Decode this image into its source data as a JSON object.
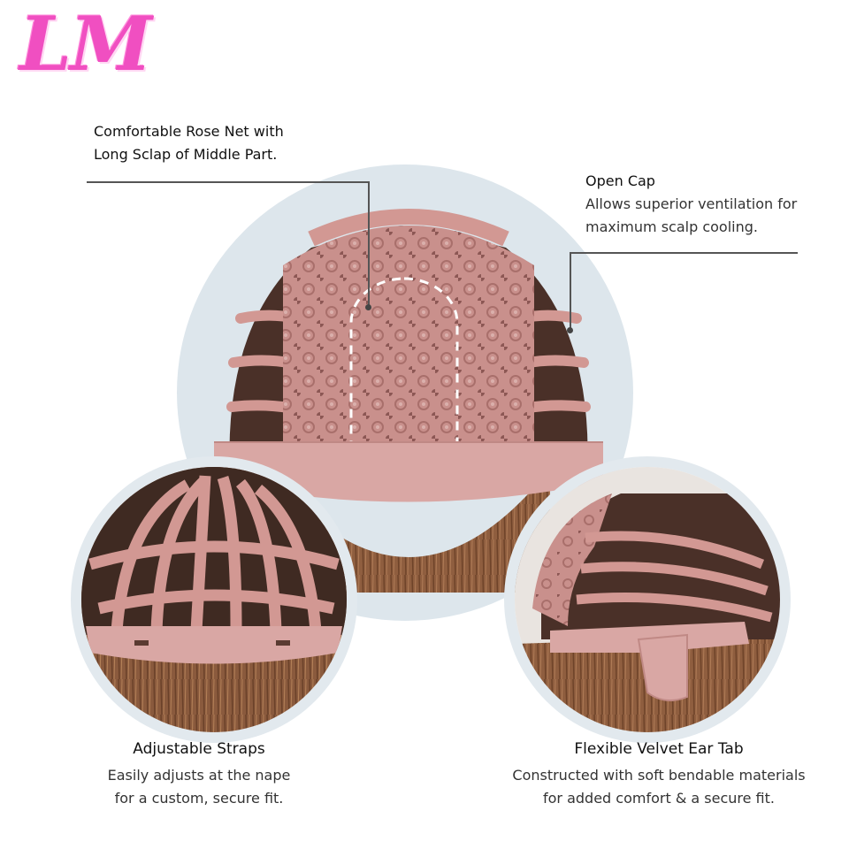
{
  "logo": {
    "text": "LM",
    "color": "#f04fc1"
  },
  "callouts": {
    "rose_net": {
      "title_line1": "Comfortable Rose Net with",
      "title_line2": "Long Sclap of Middle Part."
    },
    "open_cap": {
      "title": "Open Cap",
      "desc_line1": "Allows superior ventilation for",
      "desc_line2": "maximum scalp cooling."
    },
    "straps": {
      "title": "Adjustable Straps",
      "desc_line1": "Easily adjusts at the nape",
      "desc_line2": "for a custom, secure fit."
    },
    "ear_tab": {
      "title": "Flexible Velvet Ear Tab",
      "desc_line1": "Constructed with soft bendable materials",
      "desc_line2": "for added comfort & a secure fit."
    }
  },
  "colors": {
    "lace": "#cf9a96",
    "hair": "#8b5a3c",
    "bg_circle": "#dde6ec"
  }
}
